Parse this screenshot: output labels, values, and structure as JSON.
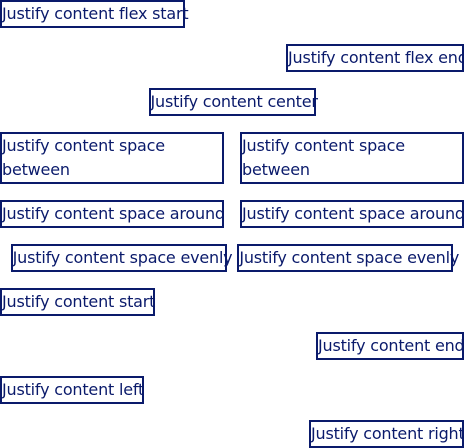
{
  "rows": {
    "flex_start": "Justify content flex start",
    "flex_end": "Justify content flex end",
    "center": "Justify content center",
    "space_between_1": "Justify content space between",
    "space_between_2": "Justify content space between",
    "space_around_1": "Justify content space around",
    "space_around_2": "Justify content space around",
    "space_evenly_1": "Justify content space evenly",
    "space_evenly_2": "Justify content space evenly",
    "start": "Justify content start",
    "end": "Justify content end",
    "left": "Justify content left",
    "right": "Justify content right"
  },
  "colors": {
    "text": "#0a1a6b",
    "border": "#0a1a6b",
    "background": "#ffffff"
  }
}
